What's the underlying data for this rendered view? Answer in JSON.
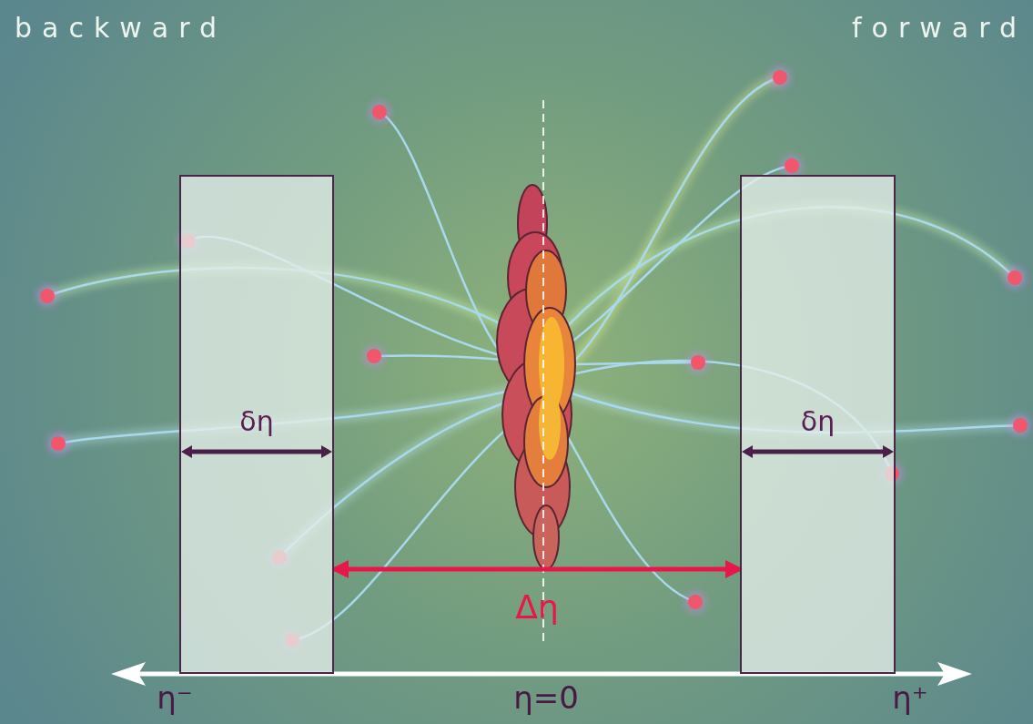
{
  "diagram": {
    "nodes": [
      {
        "text": [
          "δη"
        ]
      },
      {
        "text": [
          "δη"
        ]
      }
    ],
    "edges": [
      {
        "from": 0,
        "to": 1,
        "arrow": "both",
        "label": "Δη"
      }
    ],
    "labels": [
      "backward",
      "forward",
      "η⁻",
      "η=0",
      "η⁺"
    ]
  }
}
